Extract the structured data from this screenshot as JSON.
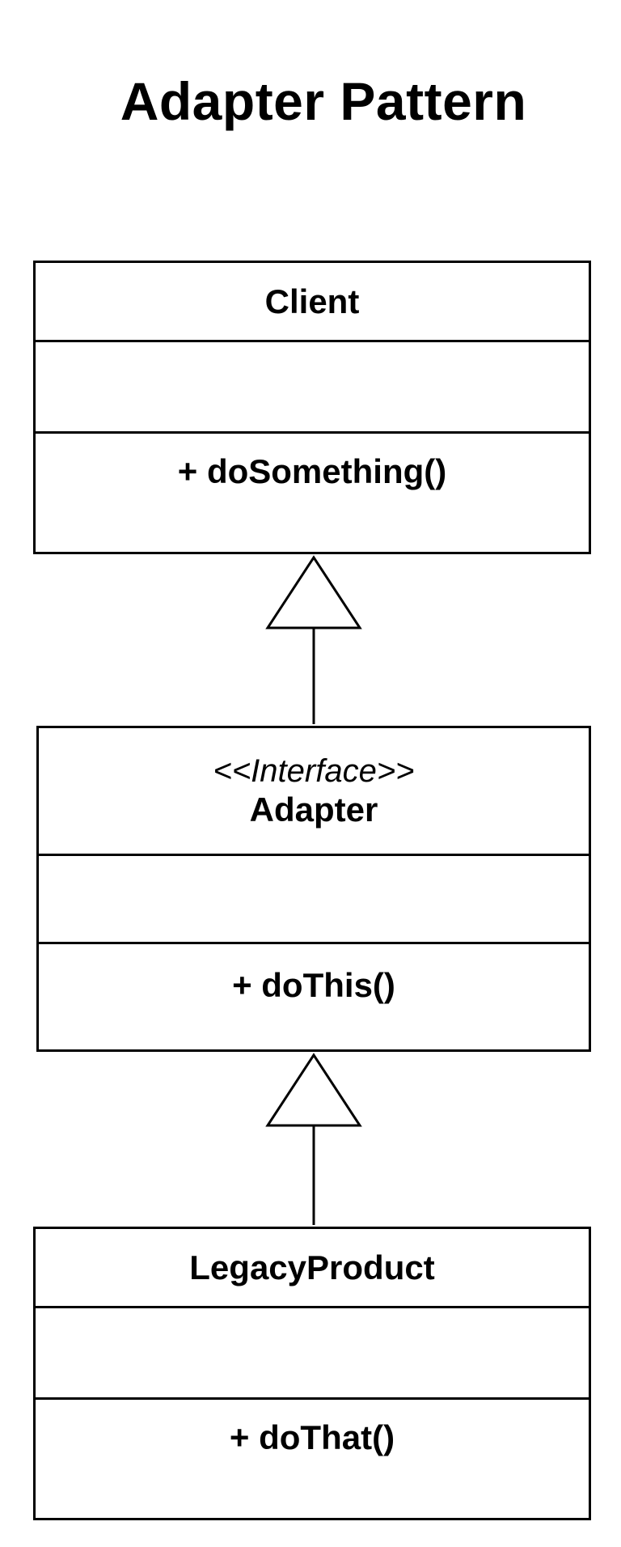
{
  "diagram": {
    "title": "Adapter Pattern",
    "classes": {
      "client": {
        "name": "Client",
        "methods": [
          "+ doSomething()"
        ]
      },
      "adapter": {
        "stereotype": "<<Interface>>",
        "name": "Adapter",
        "methods": [
          "+ doThis()"
        ]
      },
      "legacy_product": {
        "name": "LegacyProduct",
        "methods": [
          "+ doThat()"
        ]
      }
    },
    "relationships": [
      {
        "from": "adapter",
        "to": "client",
        "type": "generalization"
      },
      {
        "from": "legacy_product",
        "to": "adapter",
        "type": "generalization"
      }
    ]
  }
}
